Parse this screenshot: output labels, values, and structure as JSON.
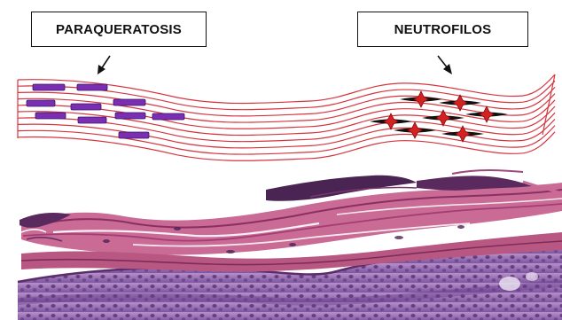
{
  "labels": {
    "left": "PARAQUERATOSIS",
    "right": "NEUTROFILOS"
  },
  "colors": {
    "layer_lines": "#d6353f",
    "parakeratotic_nuclei": "#7a2fb3",
    "neutrophil_nuclei": "#d42121",
    "neutrophil_body": "#111111",
    "histology_dermis": "#8a63a8",
    "histology_keratin": "#c75a86",
    "histology_basophilic": "#4d2a6b"
  },
  "figure": {
    "upper_panel": "schematic stratum corneum with parakeratotic nuclei and neutrophils",
    "lower_panel": "H&E histology micrograph of stratum corneum"
  }
}
